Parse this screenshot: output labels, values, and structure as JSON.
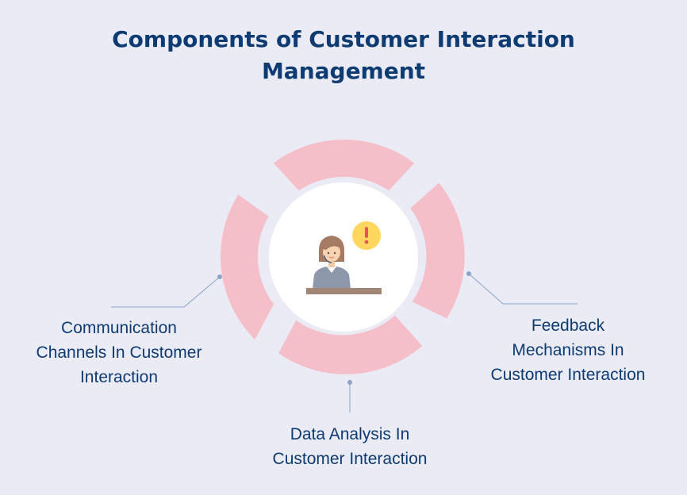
{
  "title": {
    "line1": "Components of Customer Interaction",
    "line2": "Management"
  },
  "components": [
    {
      "id": "left",
      "lines": [
        "Communication",
        "Channels In Customer",
        "Interaction"
      ]
    },
    {
      "id": "right",
      "lines": [
        "Feedback",
        "Mechanisms In",
        "Customer Interaction"
      ]
    },
    {
      "id": "bottom",
      "lines": [
        "Data Analysis In",
        "Customer Interaction"
      ]
    }
  ],
  "center_icon": "customer-service-agent-with-alert-icon",
  "colors": {
    "background": "#ebebf5",
    "title": "#0d3b72",
    "segment": "#f5bfca",
    "center": "#ffffff",
    "connector": "#8aa3c7",
    "alert": "#ffd75e"
  }
}
